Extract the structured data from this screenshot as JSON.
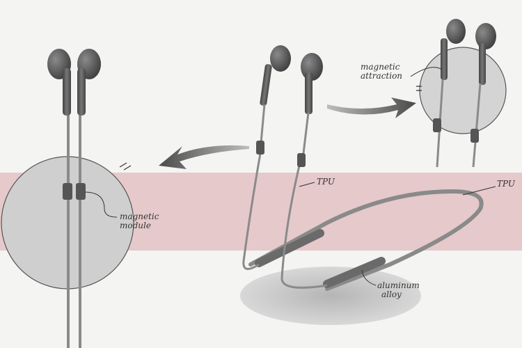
{
  "colors": {
    "paper": "#f4f4f3",
    "band": "#e6c9cb",
    "circle": "#cfcfcf",
    "earbud": "#5a5a5a",
    "cable": "#8a8a8a",
    "ink": "#333333"
  },
  "labels": {
    "magnetic_module_line1": "magnetic",
    "magnetic_module_line2": "module",
    "magnetic_attraction_line1": "magnetic",
    "magnetic_attraction_line2": "attraction",
    "tpu_left": "TPU",
    "tpu_right": "TPU",
    "aluminum_line1": "aluminum",
    "aluminum_line2": "alloy"
  },
  "icons": [
    "earbud-icon",
    "cable-icon",
    "arrow-icon"
  ]
}
